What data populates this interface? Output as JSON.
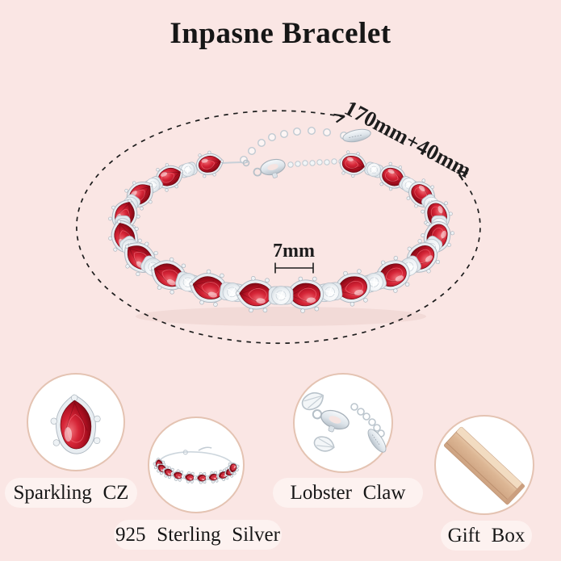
{
  "title": "Inpasne Bracelet",
  "hero": {
    "length_label": "170mm+40mm",
    "width_label": "7mm"
  },
  "features": [
    {
      "icon": "ruby-pear-gem-icon",
      "label": "Sparkling CZ"
    },
    {
      "icon": "mini-bracelet-icon",
      "label": "925 Sterling Silver"
    },
    {
      "icon": "lobster-clasp-icon",
      "label": "Lobster Claw"
    },
    {
      "icon": "gift-box-icon",
      "label": "Gift Box"
    }
  ],
  "colors": {
    "background": "#fae6e4",
    "pill": "#fdf2f0",
    "circle_border": "#e4c3b2",
    "annotation": "#1d1d1d",
    "gem_red": "#b50f22",
    "gem_red_dark": "#6d0a14",
    "gem_red_light": "#e85864",
    "silver": "#dbe2e8",
    "silver_dark": "#a6b0b9",
    "cz_white": "#f2f5f8",
    "gift_box": "#ddb795",
    "gift_box_light": "#f2dcc2"
  }
}
